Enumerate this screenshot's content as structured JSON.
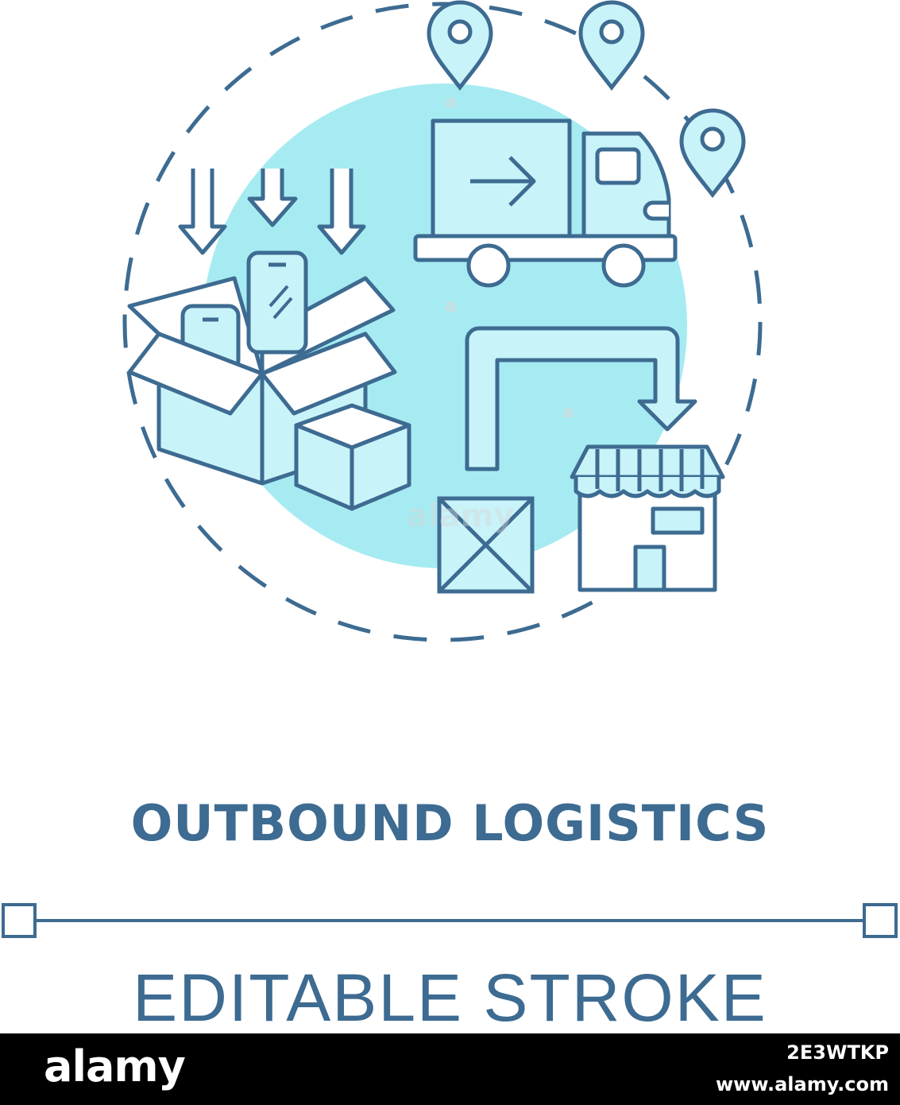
{
  "title": "OUTBOUND LOGISTICS",
  "subtitle": "EDITABLE STROKE",
  "watermark": {
    "logo": "alamy",
    "image_id": "2E3WTKP",
    "url": "www.alamy.com"
  },
  "colors": {
    "stroke": "#3d6b91",
    "fill_light": "#c8f3f9",
    "circle": "#a6ebf2",
    "background": "#ffffff"
  },
  "icons": [
    "location-pin-icon",
    "delivery-truck-icon",
    "open-box-icon",
    "smartphone-icon",
    "down-arrow-icon",
    "storefront-icon",
    "crate-icon",
    "route-arrow-icon"
  ]
}
